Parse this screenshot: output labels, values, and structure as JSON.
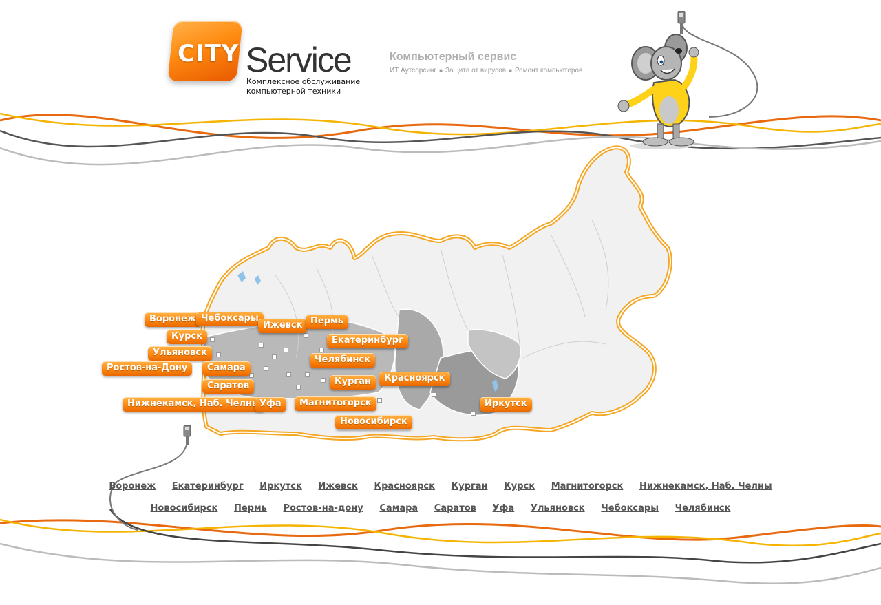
{
  "brand": {
    "badge": "CITY",
    "word": "Service",
    "tagline_1": "Комплексное обслуживание",
    "tagline_2": "компьютерной техники"
  },
  "header": {
    "title": "Компьютерный сервис",
    "services": [
      "ИТ Аутсорсинг",
      "Защита от вирусов",
      "Ремонт компьютеров"
    ]
  },
  "map": {
    "labels": [
      "Воронеж",
      "Чебоксары",
      "Ижевск",
      "Пермь",
      "Курск",
      "Екатеринбург",
      "Ульяновск",
      "Челябинск",
      "Ростов-на-Дону",
      "Самара",
      "Курган",
      "Красноярск",
      "Саратов",
      "Нижнекамск, Наб. Челны",
      "Уфа",
      "Магнитогорск",
      "Иркутск",
      "Новосибирск"
    ]
  },
  "city_links": {
    "row1": [
      "Воронеж",
      "Екатеринбург",
      "Иркутск",
      "Ижевск",
      "Красноярск",
      "Курган",
      "Курск",
      "Магнитогорск",
      "Нижнекамск, Наб. Челны"
    ],
    "row2": [
      "Новосибирск",
      "Пермь",
      "Ростов-на-дону",
      "Самара",
      "Саратов",
      "Уфа",
      "Ульяновск",
      "Чебоксары",
      "Челябинск"
    ]
  },
  "colors": {
    "accent_orange": "#ff8c14",
    "map_outline": "#f5a623",
    "link_gray": "#555555"
  },
  "icons": [
    "mouse-mascot-icon",
    "network-cable-icon"
  ]
}
